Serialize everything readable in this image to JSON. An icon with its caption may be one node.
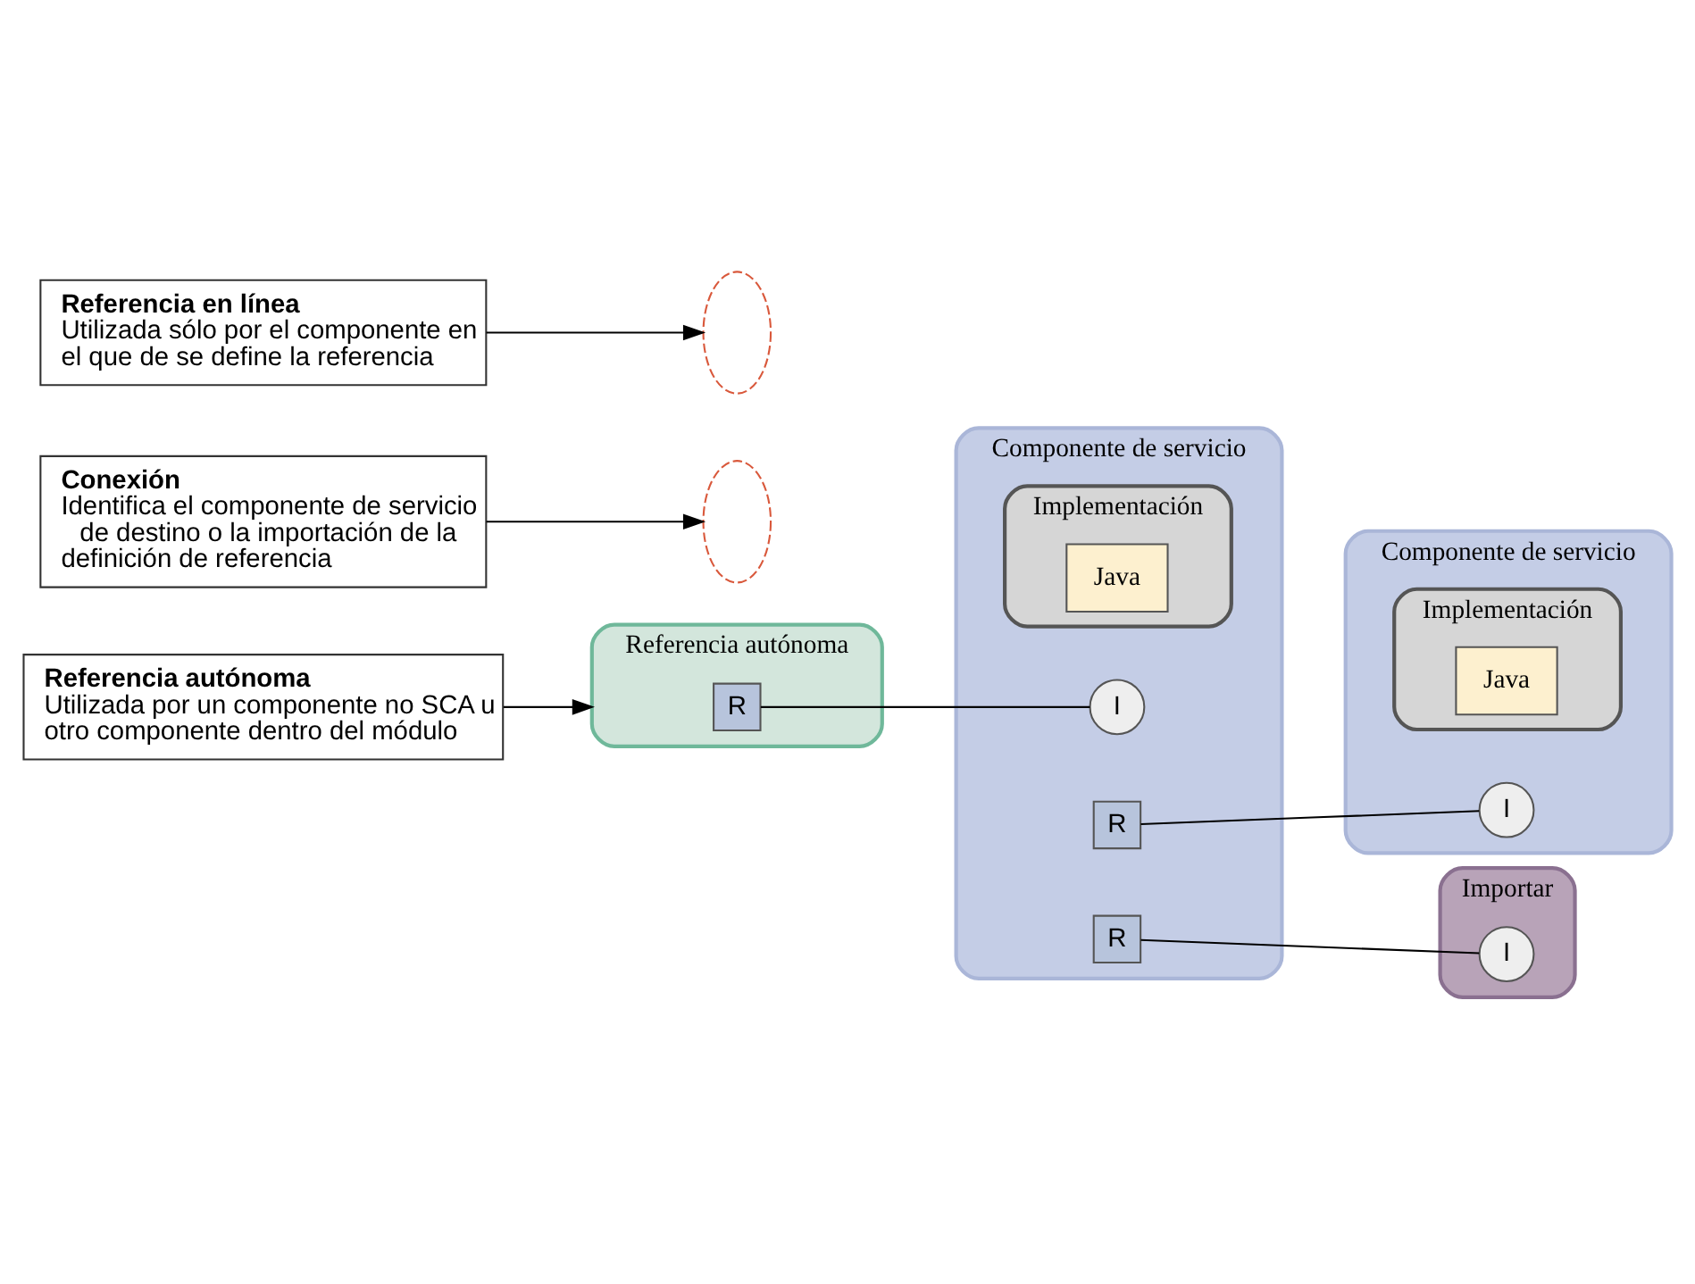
{
  "diagram": {
    "nodes": [
      {
        "text": [
          "Referencia autónoma"
        ]
      },
      {
        "text": [
          "R"
        ],
        "in": 0
      },
      {
        "text": [
          "Componente de servicio"
        ]
      },
      {
        "text": [
          "I"
        ],
        "in": 2
      },
      {
        "text": [
          "Implementación"
        ],
        "in": 2
      },
      {
        "text": [
          "Java"
        ],
        "in": 4
      },
      {
        "text": [
          "R"
        ],
        "in": 2
      },
      {
        "text": [
          "R"
        ],
        "in": 2
      },
      {
        "text": [],
        "shape": "ellipse"
      },
      {
        "text": [
          "Componente de servicio"
        ]
      },
      {
        "text": [
          "I"
        ],
        "in": 9
      },
      {
        "text": [
          "Implementación"
        ],
        "in": 9
      },
      {
        "text": [
          "Java"
        ],
        "in": 11
      },
      {
        "text": [
          "Importar"
        ]
      },
      {
        "text": [
          "I"
        ],
        "in": 13
      },
      {
        "text": [],
        "shape": "ellipse"
      },
      {
        "text": [
          "Referencia en línea",
          "Utilizada sólo por el componente en el que de se define la referencia"
        ]
      },
      {
        "text": [
          "Referencia autónoma",
          "Utilizada por un componente no SCA u otro componente dentro del módulo"
        ]
      },
      {
        "text": [
          "Conexión",
          "Identifica el componente de servicio de destino o la importación de la definición de referencia"
        ]
      }
    ],
    "edges": [
      {
        "from": 1,
        "to": 3,
        "arrow": "none"
      },
      {
        "from": 6,
        "to": 10,
        "arrow": "none"
      },
      {
        "from": 7,
        "to": 14,
        "arrow": "none"
      },
      {
        "from": 16,
        "to": 8,
        "arrow": "to"
      },
      {
        "from": 17,
        "to": 0,
        "arrow": "to"
      },
      {
        "from": 18,
        "to": 15,
        "arrow": "to"
      }
    ]
  }
}
